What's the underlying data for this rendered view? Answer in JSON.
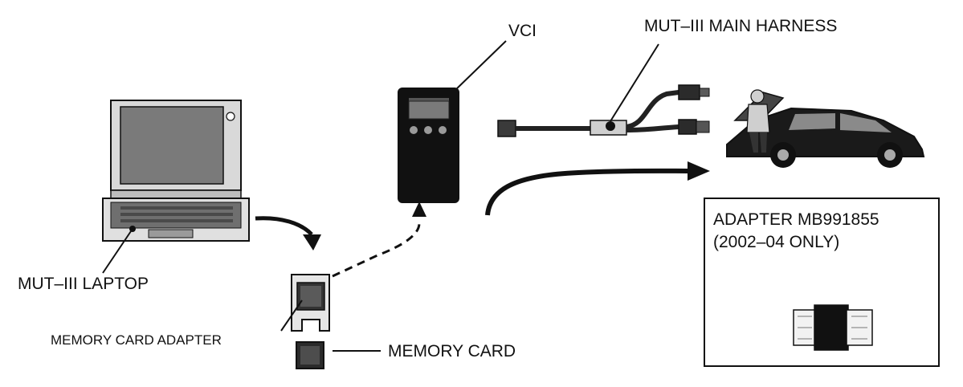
{
  "labels": {
    "vci": "VCI",
    "main_harness": "MUT–III MAIN HARNESS",
    "laptop": "MUT–III LAPTOP",
    "memory_card_adapter": "MEMORY CARD ADAPTER",
    "memory_card": "MEMORY CARD",
    "adapter_line1": "ADAPTER MB991855",
    "adapter_line2": "(2002–04 ONLY)"
  },
  "icons": [
    "laptop-icon",
    "vci-device-icon",
    "main-harness-icon",
    "car-icon",
    "memory-card-adapter-icon",
    "memory-card-icon",
    "adapter-connector-icon"
  ],
  "colors": {
    "ink": "#111111",
    "grey": "#bfbfbf",
    "dark": "#333333"
  }
}
